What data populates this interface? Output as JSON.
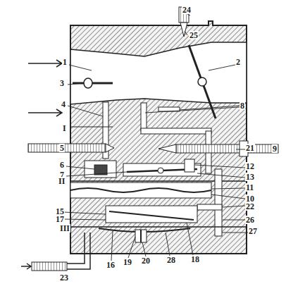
{
  "diagram": {
    "labels": [
      "24",
      "25",
      "1",
      "2",
      "3",
      "8",
      "4",
      "I",
      "5",
      "21",
      "9",
      "6",
      "12",
      "7",
      "13",
      "II",
      "11",
      "10",
      "15",
      "22",
      "17",
      "26",
      "27",
      "III",
      "23",
      "16",
      "19",
      "20",
      "28",
      "18"
    ]
  }
}
